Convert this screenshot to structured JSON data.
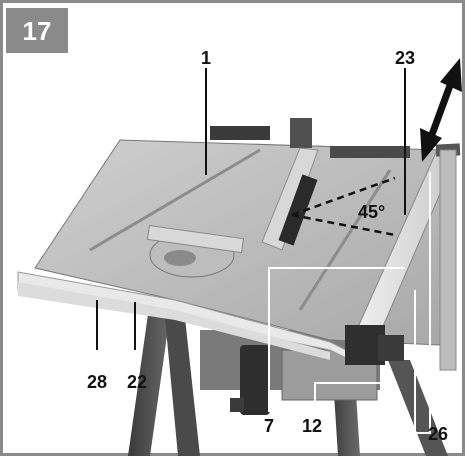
{
  "figure": {
    "number": "17",
    "labels": {
      "table": "1",
      "fence_rail": "23",
      "angle": "45°",
      "left_bottom_a": "28",
      "left_bottom_b": "22",
      "bottom_7": "7",
      "bottom_12": "12",
      "bottom_26": "26"
    },
    "colors": {
      "frame": "#8a8a8a",
      "badge": "#8a8a8a",
      "table_top": "#b8b8b8",
      "table_front": "#e6e6e6",
      "arrow": "#111111"
    }
  }
}
